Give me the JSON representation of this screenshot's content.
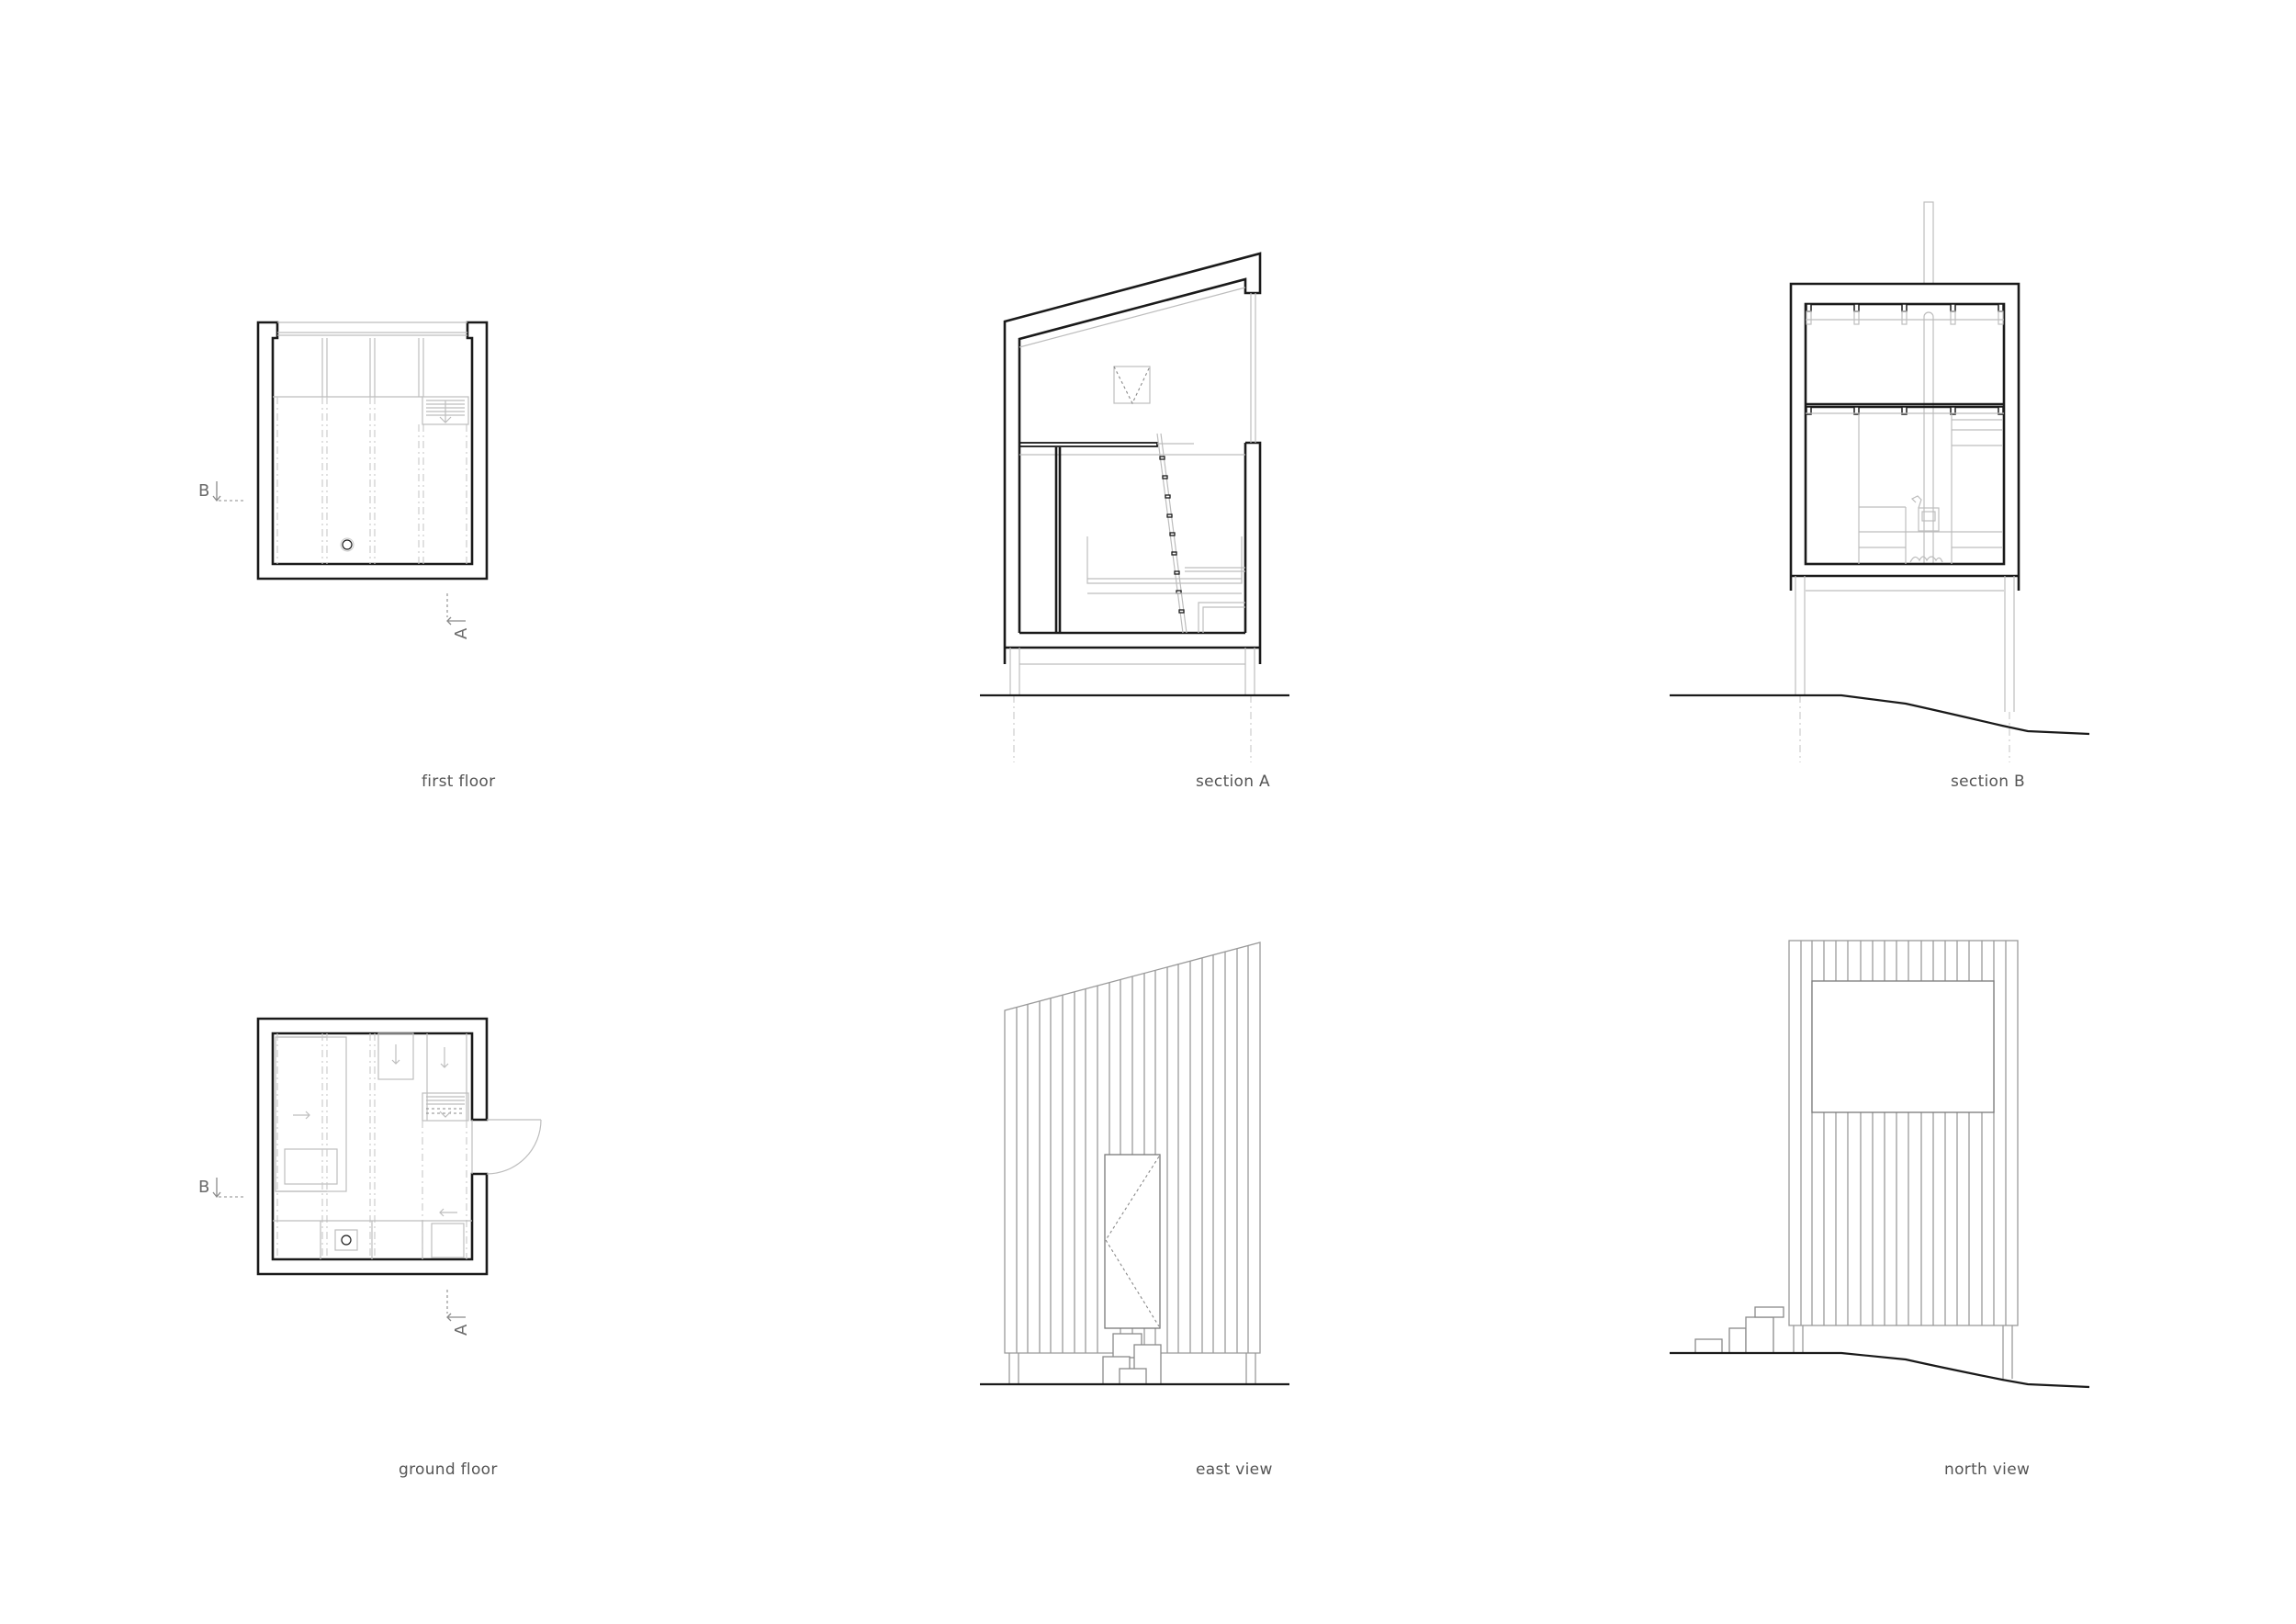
{
  "sheet": {
    "background": "#ffffff",
    "line_color": "#1a1a1a",
    "light_line_color": "#bdbdbd",
    "label_color": "#555555"
  },
  "drawings": [
    {
      "id": "first-floor",
      "label": "first floor",
      "type": "plan"
    },
    {
      "id": "section-a",
      "label": "section A",
      "type": "section"
    },
    {
      "id": "section-b",
      "label": "section B",
      "type": "section"
    },
    {
      "id": "ground-floor",
      "label": "ground floor",
      "type": "plan"
    },
    {
      "id": "east-view",
      "label": "east view",
      "type": "elevation"
    },
    {
      "id": "north-view",
      "label": "north view",
      "type": "elevation"
    }
  ],
  "markers": {
    "section_b": "B",
    "section_a": "A"
  }
}
